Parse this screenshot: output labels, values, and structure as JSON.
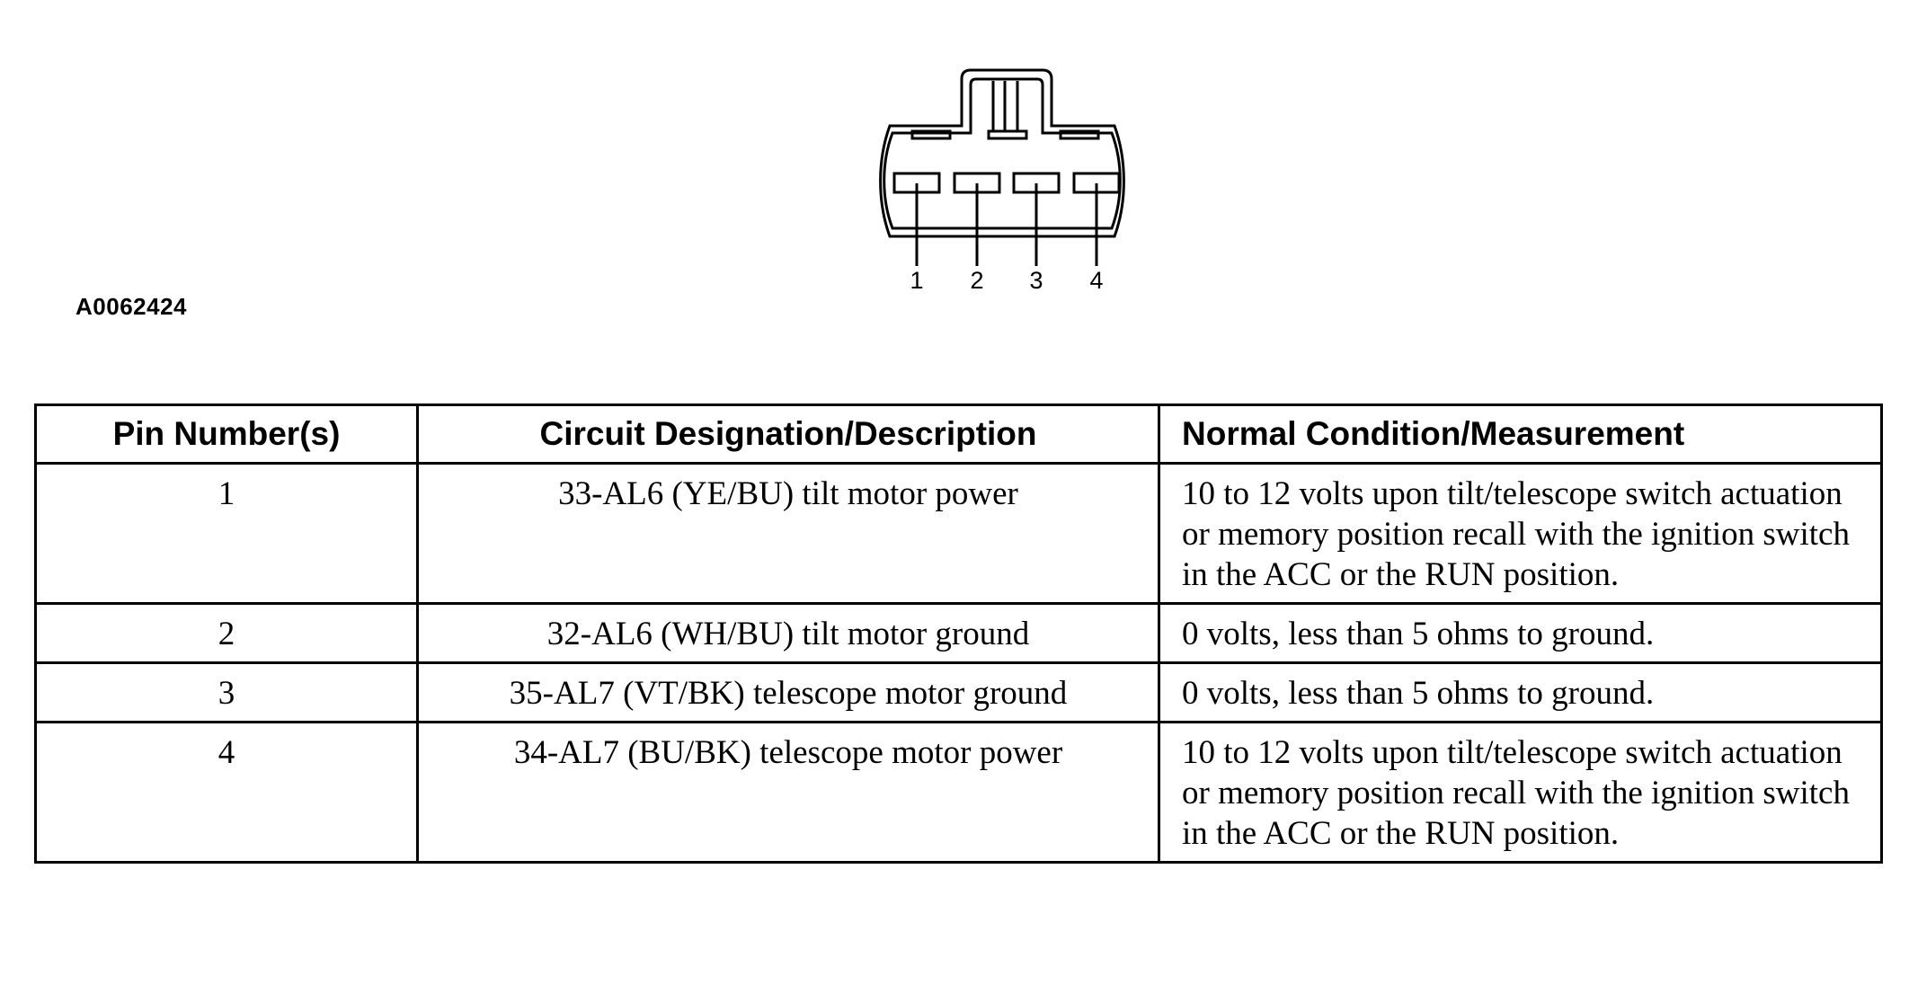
{
  "figure_id": "A0062424",
  "connector": {
    "pin_labels": [
      "1",
      "2",
      "3",
      "4"
    ]
  },
  "table": {
    "headers": {
      "pin": "Pin Number(s)",
      "circuit": "Circuit Designation/Description",
      "condition": "Normal Condition/Measurement"
    },
    "rows": [
      {
        "pin": "1",
        "circuit": "33-AL6 (YE/BU) tilt motor power",
        "condition": "10 to 12 volts upon tilt/telescope switch actuation or memory position recall with the ignition switch in the ACC or the RUN position."
      },
      {
        "pin": "2",
        "circuit": "32-AL6 (WH/BU) tilt motor ground",
        "condition": "0 volts, less than 5 ohms to ground."
      },
      {
        "pin": "3",
        "circuit": "35-AL7 (VT/BK) telescope motor ground",
        "condition": "0 volts, less than 5 ohms to ground."
      },
      {
        "pin": "4",
        "circuit": "34-AL7 (BU/BK) telescope motor power",
        "condition": "10 to 12 volts upon tilt/telescope switch actuation or memory position recall with the ignition switch in the ACC or the RUN position."
      }
    ]
  }
}
